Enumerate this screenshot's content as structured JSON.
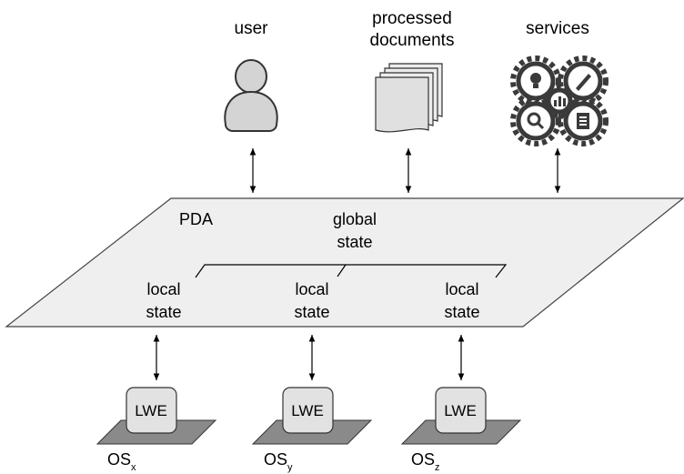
{
  "top_labels": {
    "user": "user",
    "documents_line1": "processed",
    "documents_line2": "documents",
    "services": "services"
  },
  "platform": {
    "title": "PDA",
    "global_state_line1": "global",
    "global_state_line2": "state",
    "local_state_line1": "local",
    "local_state_line2": "state"
  },
  "nodes": [
    {
      "box": "LWE",
      "os": "OS",
      "os_sub": "x"
    },
    {
      "box": "LWE",
      "os": "OS",
      "os_sub": "y"
    },
    {
      "box": "LWE",
      "os": "OS",
      "os_sub": "z"
    }
  ],
  "colors": {
    "platform_fill": "#efefef",
    "box_fill": "#e2e2e2",
    "os_plate": "#8a8a8a",
    "icon_gray": "#d4d4d4",
    "gear_dark": "#3a3a3a"
  },
  "icons": [
    "user-icon",
    "documents-icon",
    "services-gears-icon"
  ]
}
